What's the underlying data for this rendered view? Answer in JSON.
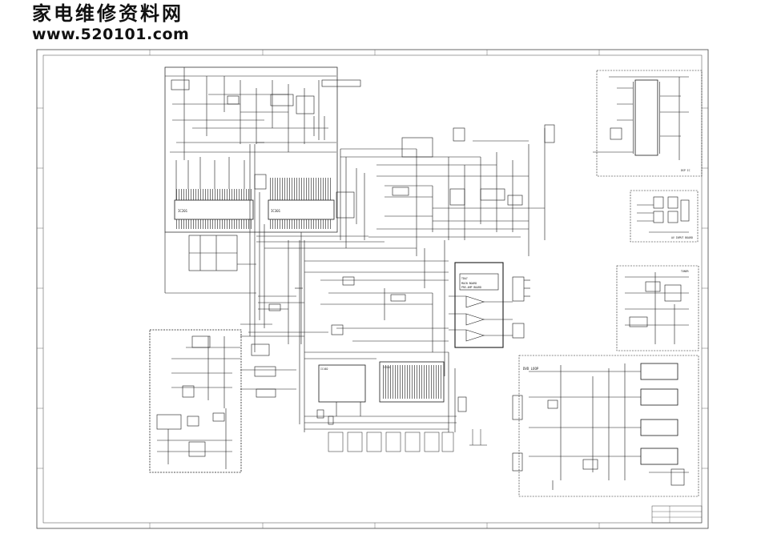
{
  "header": {
    "title_cn": "家电维修资料网",
    "url": "www.520101.com"
  },
  "labels": {
    "main_ic": "TDA7",
    "main_ic_name": "MAIN BOARD\nPRE-AMP BOARD",
    "lower_right_title": "DVD LOOP",
    "right_top_label": "DSP IC",
    "right_mid_label": "AV INPUT BOARD",
    "right_third_label": "TUNER",
    "left_chip_a": "IC201",
    "left_chip_b": "IC301",
    "center_chip": "IC402",
    "mid_center_chip": "IC501"
  },
  "colors": {
    "line": "#1a1a1a",
    "paper": "#ffffff",
    "frame": "#444444"
  }
}
